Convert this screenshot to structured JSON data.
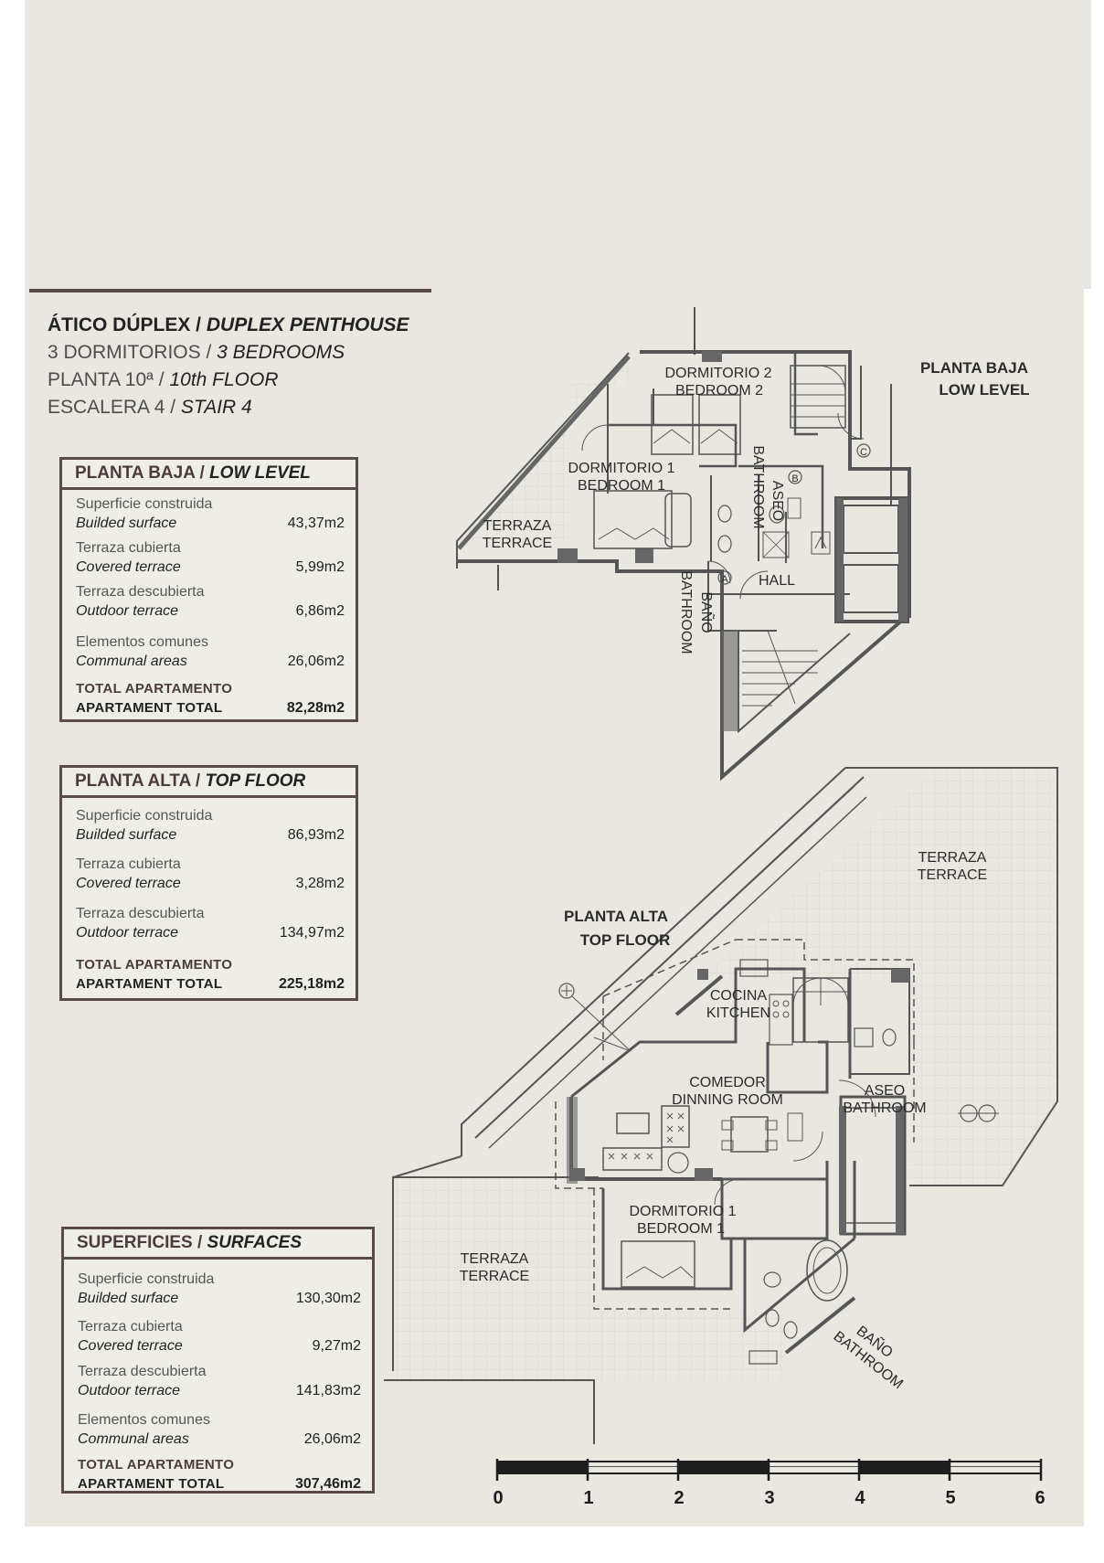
{
  "header": {
    "line1_es": "ÁTICO DÚPLEX /",
    "line1_en": "DUPLEX PENTHOUSE",
    "line2_es": "3 DORMITORIOS /",
    "line2_en": "3 BEDROOMS",
    "line3_es": "PLANTA 10ª /",
    "line3_en": "10th FLOOR",
    "line4_es": "ESCALERA 4 /",
    "line4_en": "STAIR 4"
  },
  "low_level_table": {
    "title_es": "PLANTA BAJA /",
    "title_en": "LOW LEVEL",
    "rows": [
      {
        "es": "Superficie construida",
        "en": "Builded surface",
        "value": "43,37m2"
      },
      {
        "es": "Terraza cubierta",
        "en": "Covered terrace",
        "value": "5,99m2"
      },
      {
        "es": "Terraza descubierta",
        "en": "Outdoor terrace",
        "value": "6,86m2"
      },
      {
        "es": "Elementos comunes",
        "en": "Communal areas",
        "value": "26,06m2"
      },
      {
        "es": "TOTAL APARTAMENTO",
        "en": "APARTAMENT TOTAL",
        "value": "82,28m2"
      }
    ]
  },
  "top_floor_table": {
    "title_es": "PLANTA ALTA /",
    "title_en": "TOP FLOOR",
    "rows": [
      {
        "es": "Superficie construida",
        "en": "Builded surface",
        "value": "86,93m2"
      },
      {
        "es": "Terraza cubierta",
        "en": "Covered terrace",
        "value": "3,28m2"
      },
      {
        "es": "Terraza descubierta",
        "en": "Outdoor terrace",
        "value": "134,97m2"
      },
      {
        "es": "TOTAL APARTAMENTO",
        "en": "APARTAMENT TOTAL",
        "value": "225,18m2"
      }
    ]
  },
  "surfaces_table": {
    "title_es": "SUPERFICIES /",
    "title_en": "SURFACES",
    "rows": [
      {
        "es": "Superficie construida",
        "en": "Builded surface",
        "value": "130,30m2"
      },
      {
        "es": "Terraza cubierta",
        "en": "Covered terrace",
        "value": "9,27m2"
      },
      {
        "es": "Terraza descubierta",
        "en": "Outdoor terrace",
        "value": "141,83m2"
      },
      {
        "es": "Elementos comunes",
        "en": "Communal areas",
        "value": "26,06m2"
      },
      {
        "es": "TOTAL APARTAMENTO",
        "en": "APARTAMENT TOTAL",
        "value": "307,46m2"
      }
    ]
  },
  "low_plan": {
    "title_es": "PLANTA BAJA",
    "title_en": "LOW LEVEL",
    "dorm2_es": "DORMITORIO 2",
    "dorm2_en": "BEDROOM 2",
    "dorm1_es": "DORMITORIO 1",
    "dorm1_en": "BEDROOM 1",
    "terrace_es": "TERRAZA",
    "terrace_en": "TERRACE",
    "aseo_es": "ASEO",
    "aseo_en": "BATHROOM",
    "bano_es": "BAÑO",
    "bano_en": "BATHROOM",
    "hall": "HALL",
    "marker_a": "A",
    "marker_b": "B",
    "marker_c": "C"
  },
  "top_plan": {
    "title_es": "PLANTA ALTA",
    "title_en": "TOP FLOOR",
    "terrace1_es": "TERRAZA",
    "terrace1_en": "TERRACE",
    "terrace2_es": "TERRAZA",
    "terrace2_en": "TERRACE",
    "kitchen_es": "COCINA",
    "kitchen_en": "KITCHEN",
    "dining_es": "COMEDOR",
    "dining_en": "DINNING ROOM",
    "aseo_es": "ASEO",
    "aseo_en": "BATHROOM",
    "dorm1_es": "DORMITORIO 1",
    "dorm1_en": "BEDROOM 1",
    "bano_es": "BAÑO",
    "bano_en": "BATHROOM"
  },
  "scale_bar": {
    "labels": [
      "0",
      "1",
      "2",
      "3",
      "4",
      "5",
      "6"
    ]
  },
  "colors": {
    "background": "#e9e7df",
    "frame": "#5b4a4c",
    "wall": "#555555"
  }
}
